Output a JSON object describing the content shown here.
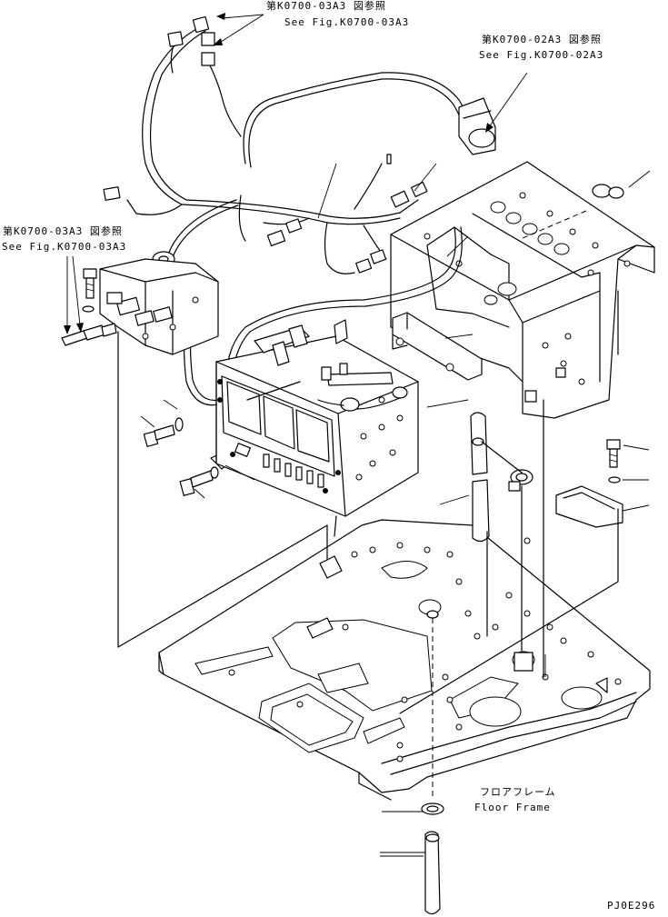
{
  "references": [
    {
      "jp": "第K0700-03A3 図参照",
      "en": "See Fig.K0700-03A3"
    },
    {
      "jp": "第K0700-02A3 図参照",
      "en": "See Fig.K0700-02A3"
    },
    {
      "jp": "第K0700-03A3 図参照",
      "en": "See Fig.K0700-03A3"
    }
  ],
  "floor_frame": {
    "jp": "フロアフレーム",
    "en": "Floor Frame"
  },
  "drawing_code": "PJ0E296"
}
